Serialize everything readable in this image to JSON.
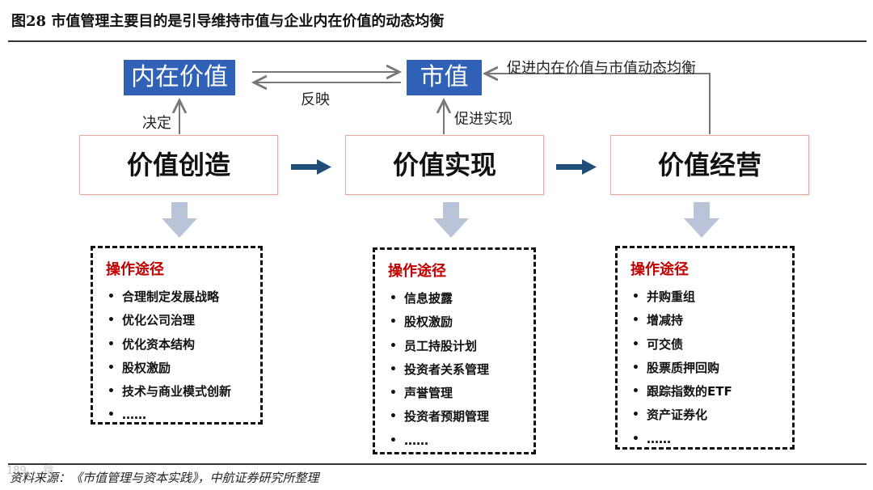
{
  "figure_title": "图28  市值管理主要目的是引导维持市值与企业内在价值的动态均衡",
  "source_note": "资料来源：《市值管理与资本实践》，中航证券研究所整理",
  "watermark": "189 ... 跳",
  "top": {
    "intrinsic_value": "内在价值",
    "market_value": "市值",
    "reflect": "反映",
    "determine": "决定",
    "promote_realize": "促进实现",
    "promote_balance": "促进内在价值与市值动态均衡"
  },
  "stages": [
    {
      "label": "价值创造"
    },
    {
      "label": "价值实现"
    },
    {
      "label": "价值经营"
    }
  ],
  "paths": [
    {
      "title": "操作途径",
      "items": [
        "合理制定发展战略",
        "优化公司治理",
        "优化资本结构",
        "股权激励",
        "技术与商业模式创新",
        "……"
      ]
    },
    {
      "title": "操作途径",
      "items": [
        "信息披露",
        "股权激励",
        "员工持股计划",
        "投资者关系管理",
        "声誉管理",
        "投资者预期管理",
        "……"
      ]
    },
    {
      "title": "操作途径",
      "items": [
        "并购重组",
        "增减持",
        "可交债",
        "股票质押回购",
        "跟踪指数的ETF",
        "资产证券化",
        "……"
      ]
    }
  ],
  "colors": {
    "tag_blue": "#2f62b7",
    "arrow_navy": "#1f4e79",
    "down_arrow": "#b9c4d8",
    "path_title_red": "#c00000"
  }
}
